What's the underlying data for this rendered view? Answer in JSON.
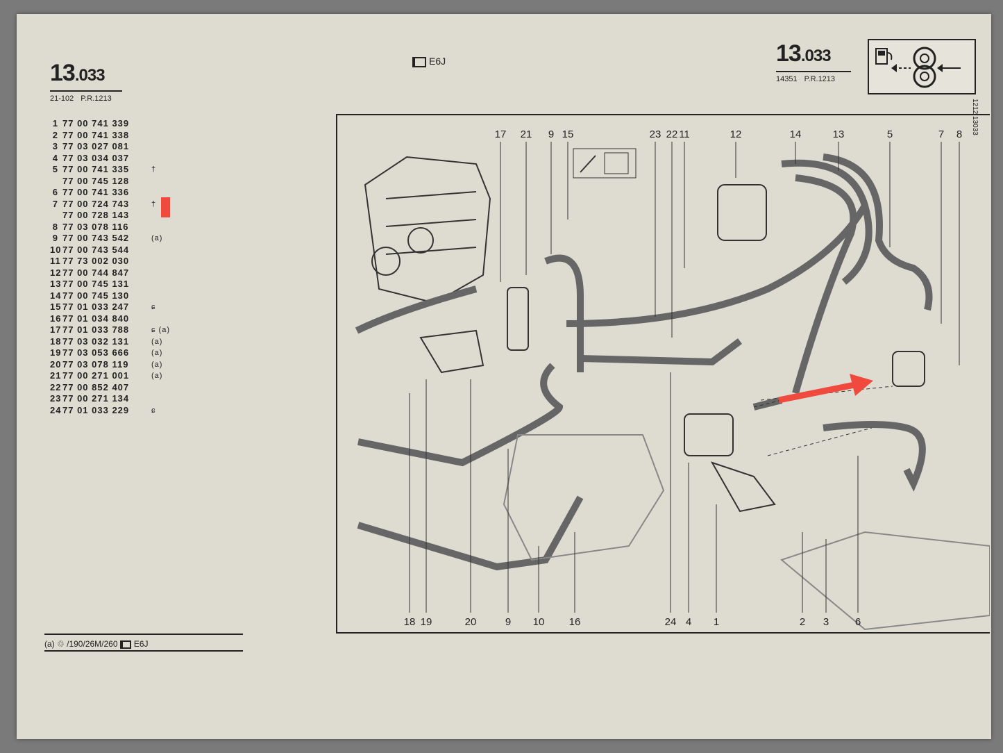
{
  "header": {
    "left_code_main": "13",
    "left_code_sub": ".033",
    "left_ref": "21-102",
    "left_pr": "P.R.1213",
    "center_engine": "E6J",
    "right_code_main": "13",
    "right_code_sub": ".033",
    "right_ref": "14351",
    "right_pr": "P.R.1213",
    "logo_icon": "fuel-pump-icon"
  },
  "parts": [
    {
      "num": "1",
      "ref": "77 00 741 339",
      "note": ""
    },
    {
      "num": "2",
      "ref": "77 00 741 338",
      "note": ""
    },
    {
      "num": "3",
      "ref": "77 03 027 081",
      "note": ""
    },
    {
      "num": "4",
      "ref": "77 03 034 037",
      "note": ""
    },
    {
      "num": "5",
      "ref": "77 00 741 335",
      "note": "†"
    },
    {
      "num": "",
      "ref": "77 00 745 128",
      "note": ""
    },
    {
      "num": "6",
      "ref": "77 00 741 336",
      "note": ""
    },
    {
      "num": "7",
      "ref": "77 00 724 743",
      "note": "†"
    },
    {
      "num": "",
      "ref": "77 00 728 143",
      "note": ""
    },
    {
      "num": "8",
      "ref": "77 03 078 116",
      "note": ""
    },
    {
      "num": "9",
      "ref": "77 00 743 542",
      "note": "(a)"
    },
    {
      "num": "10",
      "ref": "77 00 743 544",
      "note": ""
    },
    {
      "num": "11",
      "ref": "77 73 002 030",
      "note": ""
    },
    {
      "num": "12",
      "ref": "77 00 744 847",
      "note": ""
    },
    {
      "num": "13",
      "ref": "77 00 745 131",
      "note": ""
    },
    {
      "num": "14",
      "ref": "77 00 745 130",
      "note": ""
    },
    {
      "num": "15",
      "ref": "77 01 033 247",
      "note": "ɕ"
    },
    {
      "num": "16",
      "ref": "77 01 034 840",
      "note": ""
    },
    {
      "num": "17",
      "ref": "77 01 033 788",
      "note": "ɕ (a)"
    },
    {
      "num": "18",
      "ref": "77 03 032 131",
      "note": "(a)"
    },
    {
      "num": "19",
      "ref": "77 03 053 666",
      "note": "(a)"
    },
    {
      "num": "20",
      "ref": "77 03 078 119",
      "note": "(a)"
    },
    {
      "num": "21",
      "ref": "77 00 271 001",
      "note": "(a)"
    },
    {
      "num": "22",
      "ref": "77 00 852 407",
      "note": ""
    },
    {
      "num": "23",
      "ref": "77 00 271 134",
      "note": ""
    },
    {
      "num": "24",
      "ref": "77 01 033 229",
      "note": "ɕ"
    }
  ],
  "footnote": {
    "marker": "(a)",
    "text": "/190/26M/260",
    "engine": "E6J"
  },
  "side_code": "1212 13033",
  "diagram": {
    "top_labels": [
      "17",
      "21",
      "9",
      "15",
      "23",
      "22",
      "11",
      "12",
      "14",
      "13",
      "5",
      "7",
      "8"
    ],
    "bottom_labels": [
      "18",
      "19",
      "20",
      "9",
      "10",
      "16",
      "24",
      "4",
      "1",
      "2",
      "3",
      "6"
    ],
    "highlight_color": "#f04a3e"
  }
}
